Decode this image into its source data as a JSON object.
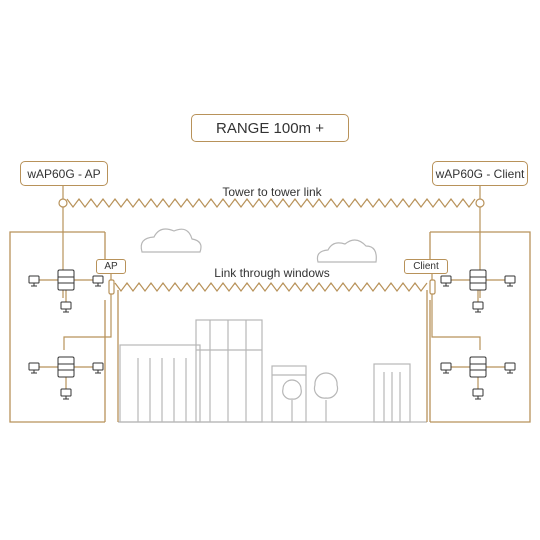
{
  "title": "RANGE 100m +",
  "left_device": "wAP60G - AP",
  "right_device": "wAP60G - Client",
  "tower_link": "Tower to tower link",
  "window_link": "Link through windows",
  "left_window_tag": "AP",
  "right_window_tag": "Client",
  "colors": {
    "accent": "#b8925a",
    "line": "#b7b7b7",
    "text": "#333333",
    "background": "#ffffff"
  },
  "icons": [
    "cloud-icon",
    "tree-icon",
    "router-icon",
    "computer-icon",
    "antenna-icon"
  ]
}
